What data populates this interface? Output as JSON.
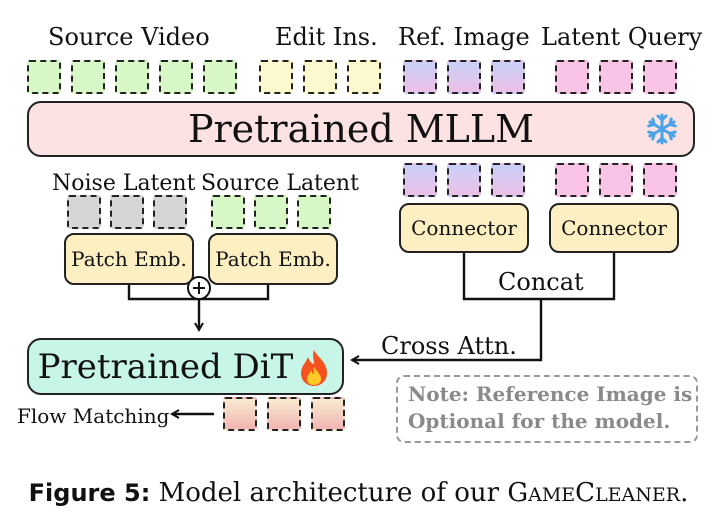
{
  "labels": {
    "source_video": "Source Video",
    "edit_ins": "Edit Ins.",
    "ref_image": "Ref. Image",
    "latent_query": "Latent Query",
    "noise_latent": "Noise Latent",
    "source_latent": "Source Latent",
    "concat": "Concat",
    "cross_attn": "Cross Attn.",
    "flow_matching": "Flow Matching"
  },
  "boxes": {
    "mllm": "Pretrained MLLM",
    "dit": "Pretrained DiT",
    "patch_emb_1": "Patch Emb.",
    "patch_emb_2": "Patch Emb.",
    "connector_1": "Connector",
    "connector_2": "Connector"
  },
  "icons": {
    "mllm": "snowflake-icon",
    "dit": "fire-icon",
    "add": "plus-circle-icon"
  },
  "note": {
    "line1": "Note: Reference Image is",
    "line2": "Optional for the model."
  },
  "caption": {
    "figure": "Figure 5:",
    "text": "Model architecture of our ",
    "name_g": "G",
    "name_ame": "AME",
    "name_c": "C",
    "name_leaner": "LEANER",
    "end": "."
  },
  "colors": {
    "source_tokens": "#d8f7c6",
    "edit_tokens": "#fdf9cf",
    "query_tokens": "#f9c4e5",
    "noise_tokens": "#d6d6d6",
    "mllm_fill": "#fde2e4",
    "dit_fill": "#c7f5e8",
    "module_fill": "#fcefc2"
  }
}
